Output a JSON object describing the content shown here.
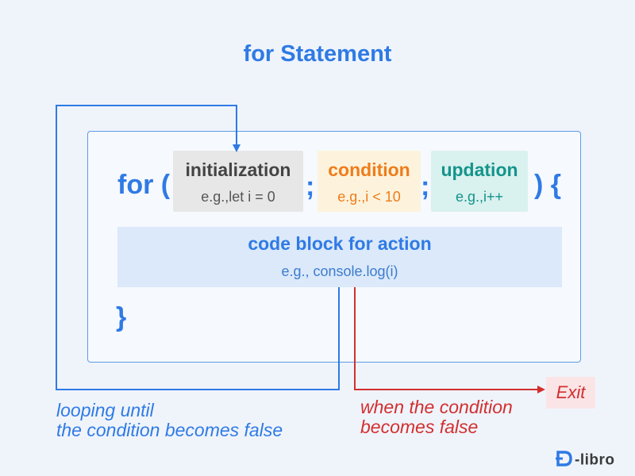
{
  "title": "for Statement",
  "syntax": {
    "for_keyword": "for (",
    "separator_1": ";",
    "separator_2": ";",
    "close_paren_brace": ") {",
    "closing_brace": "}"
  },
  "parts": {
    "initialization": {
      "label": "initialization",
      "example": "e.g.,let i = 0"
    },
    "condition": {
      "label": "condition",
      "example": "e.g.,i < 10"
    },
    "updation": {
      "label": "updation",
      "example": "e.g.,i++"
    }
  },
  "code_block": {
    "label": "code block for action",
    "example": "e.g., console.log(i)"
  },
  "notes": {
    "loop_line1": "looping until",
    "loop_line2": "the condition becomes false",
    "exit_line1": "when the condition",
    "exit_line2": "becomes false",
    "exit_label": "Exit"
  },
  "brand": {
    "name": "libro",
    "icon": "d-libro-logo-icon"
  },
  "colors": {
    "accent_blue": "#2f7ae5",
    "orange": "#ef7c1b",
    "teal": "#14948a",
    "red": "#d32f2f",
    "background": "#eff4fb"
  }
}
